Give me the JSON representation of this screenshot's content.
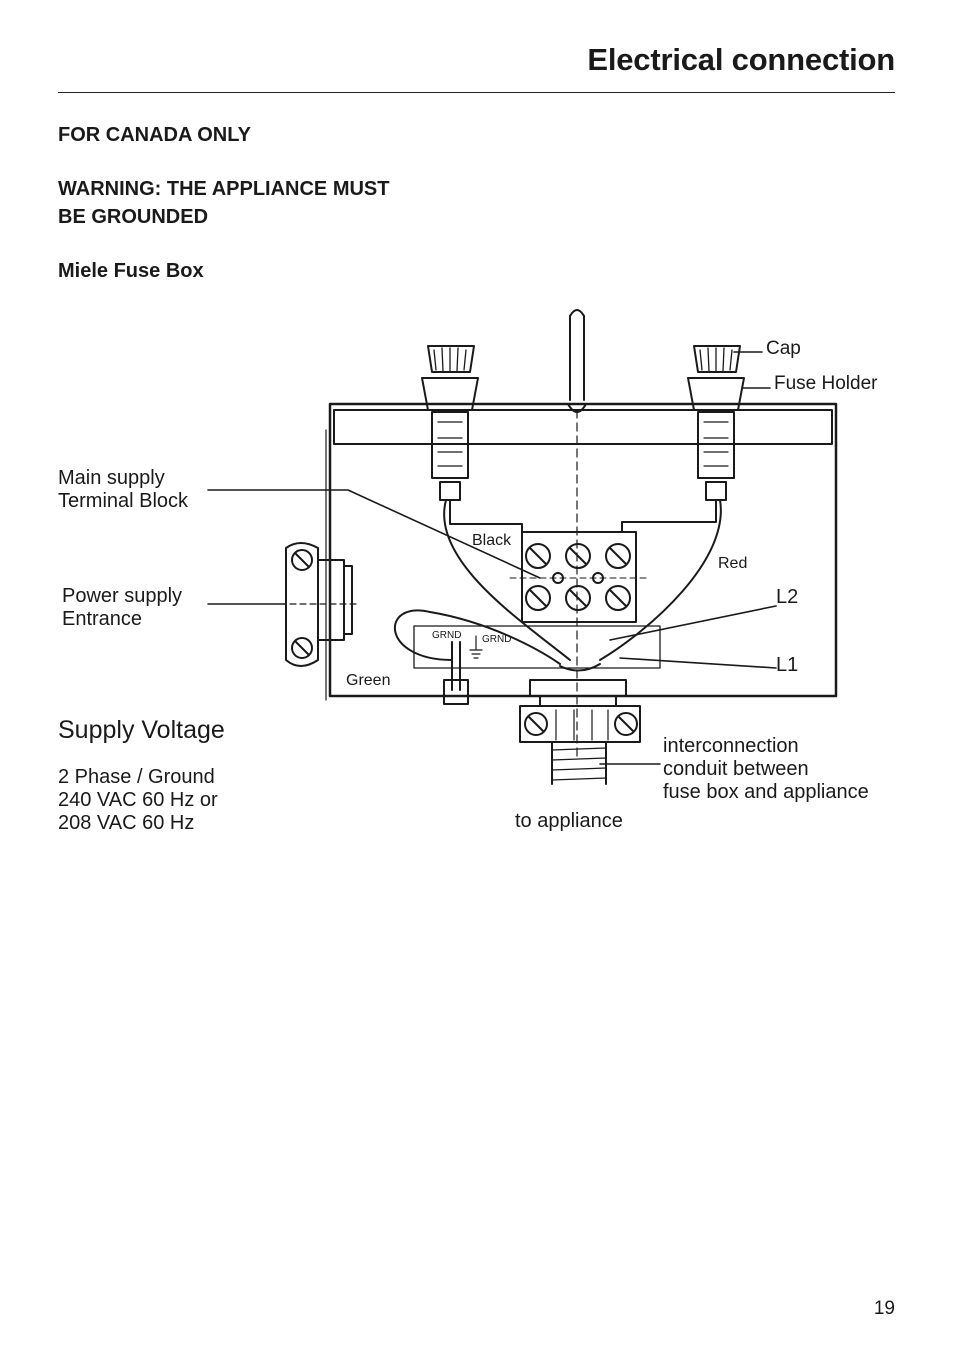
{
  "page": {
    "title": "Electrical connection",
    "page_number": "19"
  },
  "headings": {
    "canada": "FOR CANADA ONLY",
    "warning_line1": "WARNING: THE APPLIANCE MUST",
    "warning_line2": "BE GROUNDED",
    "fuse_box": "Miele Fuse Box"
  },
  "diagram": {
    "labels": {
      "cap": "Cap",
      "fuse_holder": "Fuse Holder",
      "main_supply_line1": "Main supply",
      "main_supply_line2": "Terminal Block",
      "power_supply_line1": "Power supply",
      "power_supply_line2": "Entrance",
      "black": "Black",
      "red": "Red",
      "l2": "L2",
      "l1": "L1",
      "grnd_left": "GRND",
      "grnd_right": "GRND",
      "green": "Green",
      "conduit_line1": "interconnection",
      "conduit_line2": "conduit between",
      "conduit_line3": "fuse box and appliance",
      "to_appliance": "to appliance"
    }
  },
  "supply_voltage": {
    "title": "Supply Voltage",
    "line1": "2 Phase / Ground",
    "line2": "240 VAC 60 Hz or",
    "line3": "208 VAC 60 Hz"
  }
}
